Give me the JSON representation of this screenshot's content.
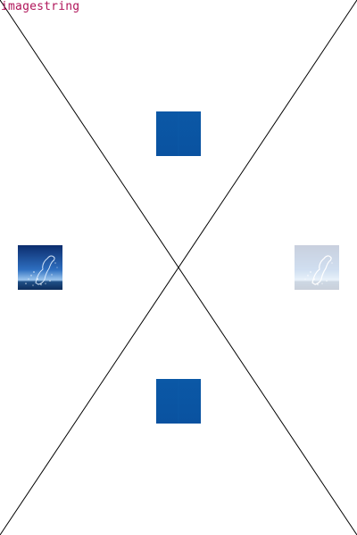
{
  "header": {
    "text": "imagestring",
    "text_color": "#b0155a"
  },
  "colors": {
    "line": "#000000",
    "tile_blue": "#0a56a4",
    "background": "#ffffff"
  },
  "images": {
    "top": {
      "icon": "solid-blue-square"
    },
    "bottom": {
      "icon": "solid-blue-square"
    },
    "left": {
      "icon": "horse-splash-photo"
    },
    "right": {
      "icon": "horse-splash-photo-faded",
      "opacity": 0.22
    }
  }
}
